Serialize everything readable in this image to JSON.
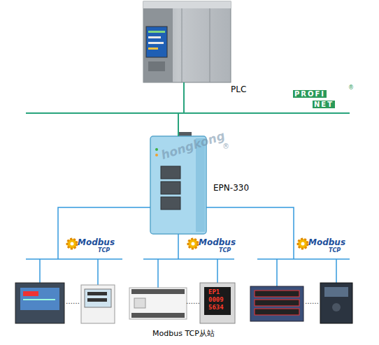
{
  "diagram": {
    "caption": "Modbus TCP从站",
    "nodes": [
      {
        "text": [
          "PLC"
        ]
      },
      {
        "text": [
          "EPN-330"
        ]
      }
    ],
    "edges": [
      {
        "from": 0,
        "to": 1,
        "arrow": "none"
      }
    ],
    "labels": [
      "PROFI",
      "NET",
      "®",
      "hongkong",
      "®",
      "Modbus",
      "TCP",
      "Modbus",
      "TCP",
      "Modbus",
      "TCP",
      "……",
      "……",
      "……",
      "EP1",
      "0009",
      "5634"
    ]
  }
}
